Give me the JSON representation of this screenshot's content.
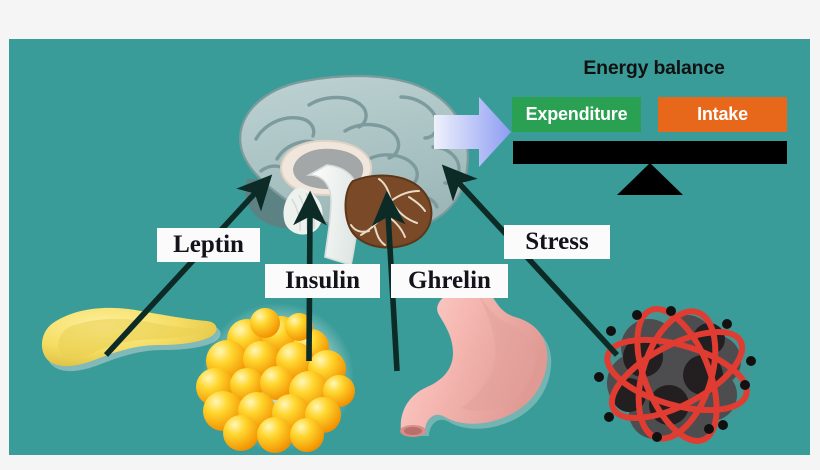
{
  "panel": {
    "background_color": "#3a9c99",
    "page_background_color": "#f5f5f5"
  },
  "energy_balance": {
    "title": "Energy balance",
    "expenditure_label": "Expenditure",
    "expenditure_color": "#2aa152",
    "intake_label": "Intake",
    "intake_color": "#e8681b",
    "beam_color": "#000000",
    "fulcrum_color": "#000000"
  },
  "flow_arrow": {
    "name": "gradient-right-arrow",
    "color_start": "#eef1fb",
    "color_end": "#8e9cf2"
  },
  "hormone_labels": [
    {
      "id": "leptin",
      "text": "Leptin"
    },
    {
      "id": "insulin",
      "text": "Insulin"
    },
    {
      "id": "ghrelin",
      "text": "Ghrelin"
    },
    {
      "id": "stress",
      "text": "Stress"
    }
  ],
  "organs": [
    {
      "id": "brain",
      "name": "brain-sagittal-illustration",
      "colors": {
        "cortex": "#a9c2c3",
        "cortex_shadow": "#7d9b9d",
        "brainstem": "#f2f4f2",
        "cerebellum": "#7a4a28",
        "thalamus": "#9fa3a4"
      }
    },
    {
      "id": "pancreas",
      "name": "pancreas-illustration",
      "colors": {
        "body": "#f5dd63",
        "shade": "#e3c64a"
      }
    },
    {
      "id": "adipose",
      "name": "adipose-tissue-illustration",
      "colors": {
        "cell": "#ffc20e",
        "cell_light": "#ffe14f",
        "glow": "#cfe6e4"
      }
    },
    {
      "id": "stomach",
      "name": "stomach-illustration",
      "colors": {
        "body": "#f6b8b2",
        "shade": "#e59a95",
        "lumen": "#d98d88"
      }
    },
    {
      "id": "stress",
      "name": "stress-atom-illustration",
      "colors": {
        "core": "#4d4d4f",
        "core_dark": "#231f20",
        "orbit": "#e03c31",
        "dot": "#111111"
      }
    }
  ],
  "connections": [
    {
      "id": "leptin-arrow",
      "from": "pancreas",
      "to": "brain",
      "color": "#0d2b26"
    },
    {
      "id": "insulin-arrow",
      "from": "adipose",
      "to": "brain",
      "color": "#0d2b26"
    },
    {
      "id": "ghrelin-arrow",
      "from": "stomach",
      "to": "brain",
      "color": "#0d2b26"
    },
    {
      "id": "stress-arrow",
      "from": "stress",
      "to": "brain",
      "color": "#0d2b26"
    }
  ]
}
